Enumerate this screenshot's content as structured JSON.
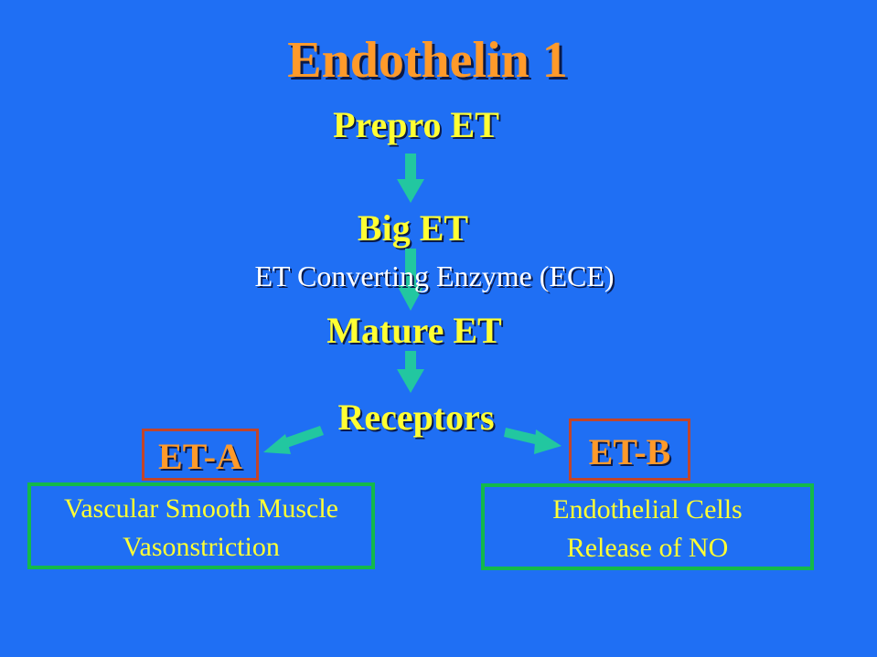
{
  "title": "Endothelin 1",
  "nodes": {
    "prepro": "Prepro ET",
    "big": "Big ET",
    "enzyme": "ET Converting Enzyme (ECE)",
    "mature": "Mature ET",
    "receptors": "Receptors"
  },
  "receptor_a": {
    "label": "ET-A",
    "lines": [
      "Vascular Smooth Muscle",
      "Vasonstriction"
    ]
  },
  "receptor_b": {
    "label": "ET-B",
    "lines": [
      "Endothelial Cells",
      "Release of NO"
    ]
  },
  "colors": {
    "background": "#1f6ff4",
    "title": "#ff9a2a",
    "node_text": "#ffff33",
    "arrow": "#22c7a0",
    "receptor_border": "#c2452a",
    "effect_border": "#13b94a"
  }
}
